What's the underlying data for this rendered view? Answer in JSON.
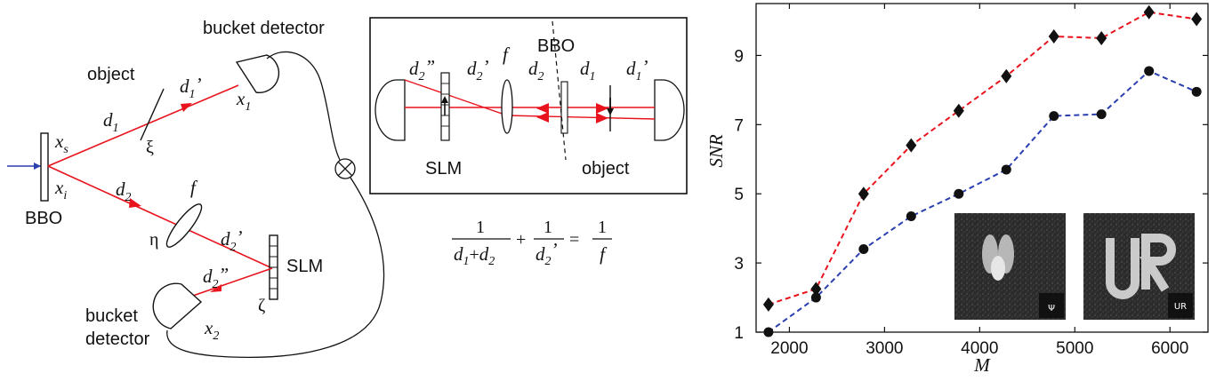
{
  "setup": {
    "crystal": "BBO",
    "object": "object",
    "bucket_detector_top": "bucket detector",
    "bucket_detector_bottom_1": "bucket",
    "bucket_detector_bottom_2": "detector",
    "slm": "SLM",
    "lens": "f",
    "xs": "x",
    "xs_sub": "s",
    "xi": "x",
    "xi_sub": "i",
    "x1": "x",
    "x1_sub": "1",
    "x2": "x",
    "x2_sub": "2",
    "d1": "d",
    "d1_sub": "1",
    "d1p": "d",
    "d1p_sub": "1",
    "d1p_prime": "’",
    "d2": "d",
    "d2_sub": "2",
    "d2p": "d",
    "d2p_sub": "2",
    "d2p_prime": "’",
    "d2pp": "d",
    "d2pp_sub": "2",
    "d2pp_prime": "”",
    "xi_greek": "ξ",
    "eta_greek": "η",
    "zeta_greek": "ζ"
  },
  "inset": {
    "bbo": "BBO",
    "slm": "SLM",
    "object": "object",
    "f": "f",
    "d2pp": "d",
    "d2pp_sub": "2",
    "d2pp_prime": "”",
    "d2p": "d",
    "d2p_sub": "2",
    "d2p_prime": "’",
    "d2": "d",
    "d2_sub": "2",
    "d1": "d",
    "d1_sub": "1",
    "d1p": "d",
    "d1p_sub": "1",
    "d1p_prime": "’"
  },
  "equation": {
    "num1": "1",
    "den1_a": "d",
    "den1_a_sub": "1",
    "den1_plus": "+",
    "den1_b": "d",
    "den1_b_sub": "2",
    "plus": "+",
    "num2": "1",
    "den2": "d",
    "den2_sub": "2",
    "den2_prime": "’",
    "equals": "=",
    "num3": "1",
    "den3": "f"
  },
  "colors": {
    "beam": "#e8131d",
    "pump": "#2a3fb0",
    "series1": "#e8131d",
    "series2": "#2a3fb0"
  },
  "chart_data": {
    "type": "line",
    "xlabel": "M",
    "ylabel": "SNR",
    "xlim": [
      1650,
      6400
    ],
    "ylim": [
      1,
      10.5
    ],
    "xticks": [
      2000,
      3000,
      4000,
      5000,
      6000
    ],
    "yticks": [
      1,
      3,
      5,
      7,
      9
    ],
    "x": [
      1780,
      2280,
      2780,
      3280,
      3780,
      4280,
      4780,
      5280,
      5780,
      6280
    ],
    "series": [
      {
        "marker": "diamond",
        "color": "#e8131d",
        "values": [
          1.8,
          2.25,
          5.0,
          6.4,
          7.4,
          8.4,
          9.55,
          9.5,
          10.25,
          10.05
        ]
      },
      {
        "marker": "circle",
        "color": "#2a3fb0",
        "values": [
          1.0,
          2.0,
          3.4,
          4.35,
          5.0,
          5.7,
          7.25,
          7.3,
          8.55,
          7.95
        ]
      }
    ],
    "grid": false,
    "insets": [
      {
        "label": "Ψ"
      },
      {
        "label": "UR"
      }
    ]
  }
}
